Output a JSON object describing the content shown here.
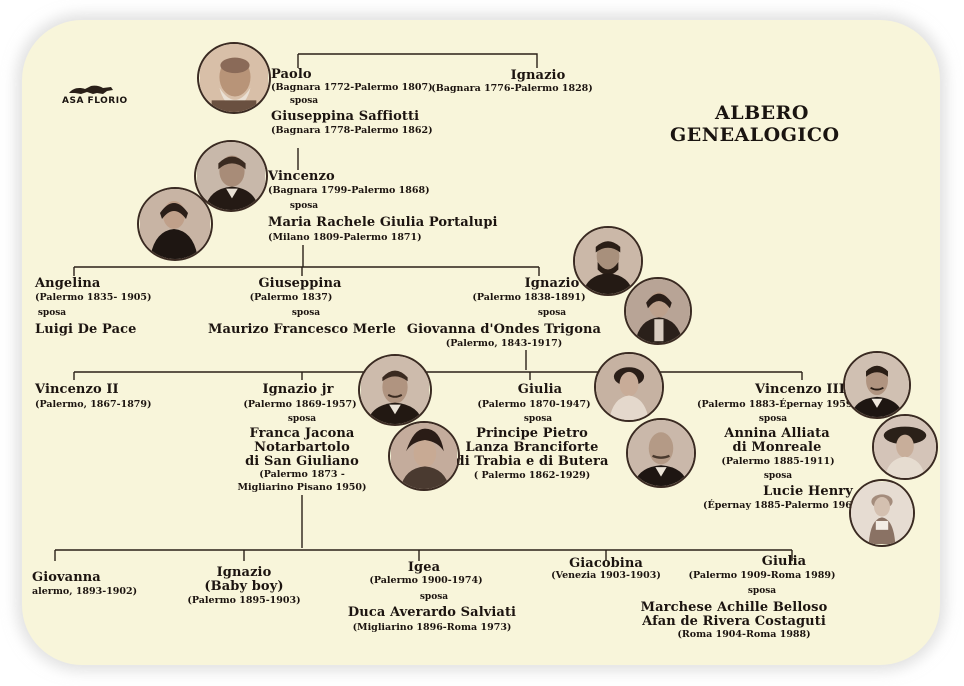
{
  "title": {
    "line1": "ALBERO",
    "line2": "GENEALOGICO"
  },
  "logo": {
    "text": "ASA FLORIO",
    "icon": "lion-icon"
  },
  "people": {
    "paolo": {
      "name": "Paolo",
      "dates": "(Bagnara 1772-Palermo 1807)",
      "sposa": "sposa"
    },
    "giuseppina_s": {
      "name": "Giuseppina Saffiotti",
      "dates": "(Bagnara 1778-Palermo 1862)"
    },
    "ignazio_1": {
      "name": "Ignazio",
      "dates": "(Bagnara 1776-Palermo 1828)"
    },
    "vincenzo": {
      "name": "Vincenzo",
      "dates": "(Bagnara 1799-Palermo 1868)",
      "sposa": "sposa"
    },
    "maria_rachele": {
      "name": "Maria Rachele Giulia Portalupi",
      "dates": "(Milano 1809-Palermo 1871)"
    },
    "angelina": {
      "name": "Angelina",
      "dates": "(Palermo 1835- 1905)",
      "sposa": "sposa"
    },
    "luigi": {
      "name": "Luigi De Pace"
    },
    "giuseppina": {
      "name": "Giuseppina",
      "dates": "(Palermo 1837)",
      "sposa": "sposa"
    },
    "maurizo": {
      "name": "Maurizo Francesco Merle"
    },
    "ignazio_2": {
      "name": "Ignazio",
      "dates": "(Palermo 1838-1891)",
      "sposa": "sposa"
    },
    "giovanna_d": {
      "name": "Giovanna d'Ondes Trigona",
      "dates": "(Palermo, 1843-1917)"
    },
    "vincenzo_ii": {
      "name": "Vincenzo II",
      "dates": "(Palermo, 1867-1879)"
    },
    "ignazio_jr": {
      "name": "Ignazio jr",
      "dates": "(Palermo 1869-1957)",
      "sposa": "sposa"
    },
    "franca": {
      "l1": "Franca Jacona",
      "l2": "Notarbartolo",
      "l3": "di San Giuliano",
      "d1": "(Palermo 1873 -",
      "d2": "Migliarino Pisano 1950)"
    },
    "giulia_1": {
      "name": "Giulia",
      "dates": "(Palermo 1870-1947)",
      "sposa": "sposa"
    },
    "pietro": {
      "l1": "Principe Pietro",
      "l2": "Lanza Branciforte",
      "l3": "di Trabia e di Butera",
      "dates": "( Palermo 1862-1929)"
    },
    "vincenzo_iii": {
      "name": "Vincenzo III",
      "dates": "(Palermo 1883-Épernay 1959)",
      "sposa": "sposa"
    },
    "annina": {
      "l1": "Annina Alliata",
      "l2": "di Monreale",
      "dates": "(Palermo 1885-1911)",
      "sposa": "sposa"
    },
    "lucie": {
      "name": "Lucie Henry",
      "dates": "(Épernay 1885-Palermo 1960)"
    },
    "giovanna": {
      "name": "Giovanna",
      "dates": "alermo, 1893-1902)"
    },
    "ignazio_b": {
      "name": "Ignazio",
      "sub": "(Baby boy)",
      "dates": "(Palermo 1895-1903)"
    },
    "igea": {
      "name": "Igea",
      "dates": "(Palermo 1900-1974)",
      "sposa": "sposa"
    },
    "averardo": {
      "name": "Duca Averardo Salviati",
      "dates": "(Migliarino 1896-Roma 1973)"
    },
    "giacobina": {
      "name": "Giacobina",
      "dates": "(Venezia 1903-1903)"
    },
    "giulia_2": {
      "name": "Giulia",
      "dates": "(Palermo 1909-Roma 1989)",
      "sposa": "sposa"
    },
    "achille": {
      "l1": "Marchese Achille Belloso",
      "l2": "Afan de Rivera Costaguti",
      "dates": "(Roma 1904-Roma 1988)"
    }
  },
  "colors": {
    "background": "#f8f5da",
    "text": "#1c1410",
    "lines": "#2a2018",
    "photo_sepia": "#a88c78"
  }
}
